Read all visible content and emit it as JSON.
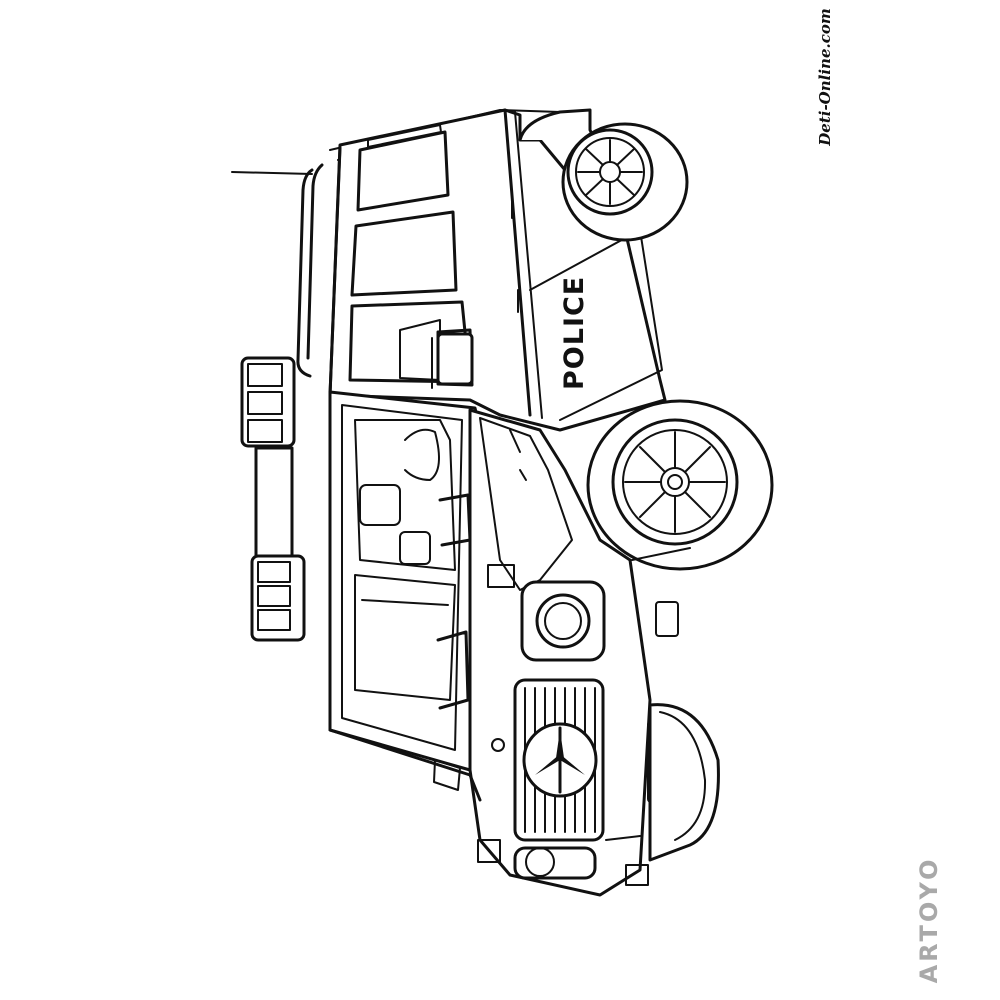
{
  "illustration": {
    "vehicle_label": "POLICE"
  },
  "watermarks": {
    "site": "Deti-Online.com",
    "brand": "ARTOYO"
  }
}
